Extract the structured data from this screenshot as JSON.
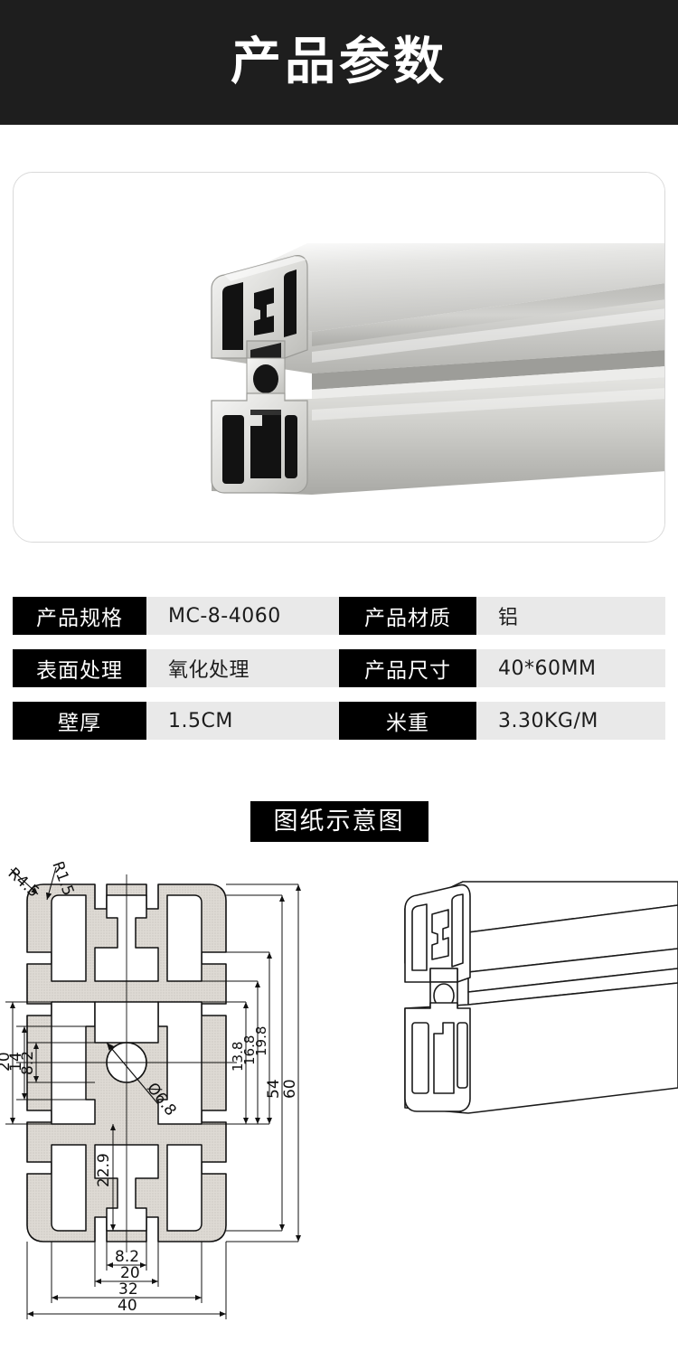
{
  "header": {
    "title": "产品参数"
  },
  "hero": {
    "alt_name": "aluminum-extrusion-profile-photo"
  },
  "spec_table": {
    "rows": [
      {
        "left": {
          "label": "产品规格",
          "value": "MC-8-4060"
        },
        "right": {
          "label": "产品材质",
          "value": "铝"
        }
      },
      {
        "left": {
          "label": "表面处理",
          "value": "氧化处理"
        },
        "right": {
          "label": "产品尺寸",
          "value": "40*60MM"
        }
      },
      {
        "left": {
          "label": "壁厚",
          "value": "1.5CM"
        },
        "right": {
          "label": "米重",
          "value": "3.30KG/M"
        }
      }
    ]
  },
  "drawing_section": {
    "title": "图纸示意图",
    "dimensions": {
      "radius_outer": "R4.5",
      "radius_inner": "R1.5",
      "bore_diameter": "Ø6.8",
      "vertical_left": [
        "20",
        "14",
        "8.2"
      ],
      "vertical_right": [
        "19.8",
        "16.8",
        "13.8",
        "54",
        "60"
      ],
      "vertical_center": "22.9",
      "horizontal_bottom": [
        "8.2",
        "20",
        "32",
        "40"
      ]
    },
    "render_alt_name": "aluminum-profile-line-art"
  },
  "colors": {
    "banner_bg": "#1e1e1e",
    "label_bg": "#000000",
    "label_text": "#ffffff",
    "value_bg": "#e9e9e9",
    "value_text": "#1c1c1c",
    "card_border": "#d9d9d9",
    "hatch_fill": "#d6d2cc"
  }
}
